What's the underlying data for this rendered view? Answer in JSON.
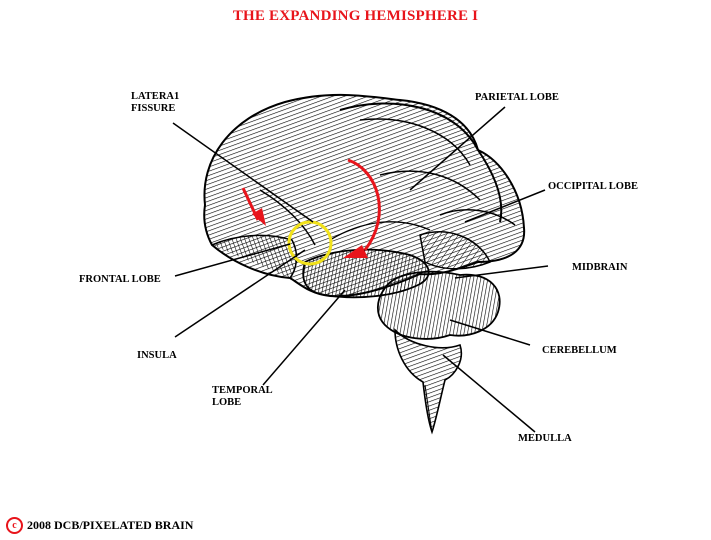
{
  "title": "THE EXPANDING HEMISPHERE I",
  "labels": {
    "lateral_fissure_line1": "LATERA1",
    "lateral_fissure_line2": "FISSURE",
    "parietal_lobe": "PARIETAL LOBE",
    "occipital_lobe": "OCCIPITAL LOBE",
    "midbrain": "MIDBRAIN",
    "frontal_lobe": "FRONTAL LOBE",
    "insula": "INSULA",
    "temporal_lobe_line1": "TEMPORAL",
    "temporal_lobe_line2": "LOBE",
    "cerebellum": "CEREBELLUM",
    "medulla": "MEDULLA"
  },
  "footer": {
    "copyright_symbol": "c",
    "text": "2008  DCB/PIXELATED BRAIN"
  },
  "colors": {
    "title": "#e8141b",
    "arrows": "#e8141b",
    "insula_circle": "#f2e21a",
    "ink": "#000000"
  }
}
